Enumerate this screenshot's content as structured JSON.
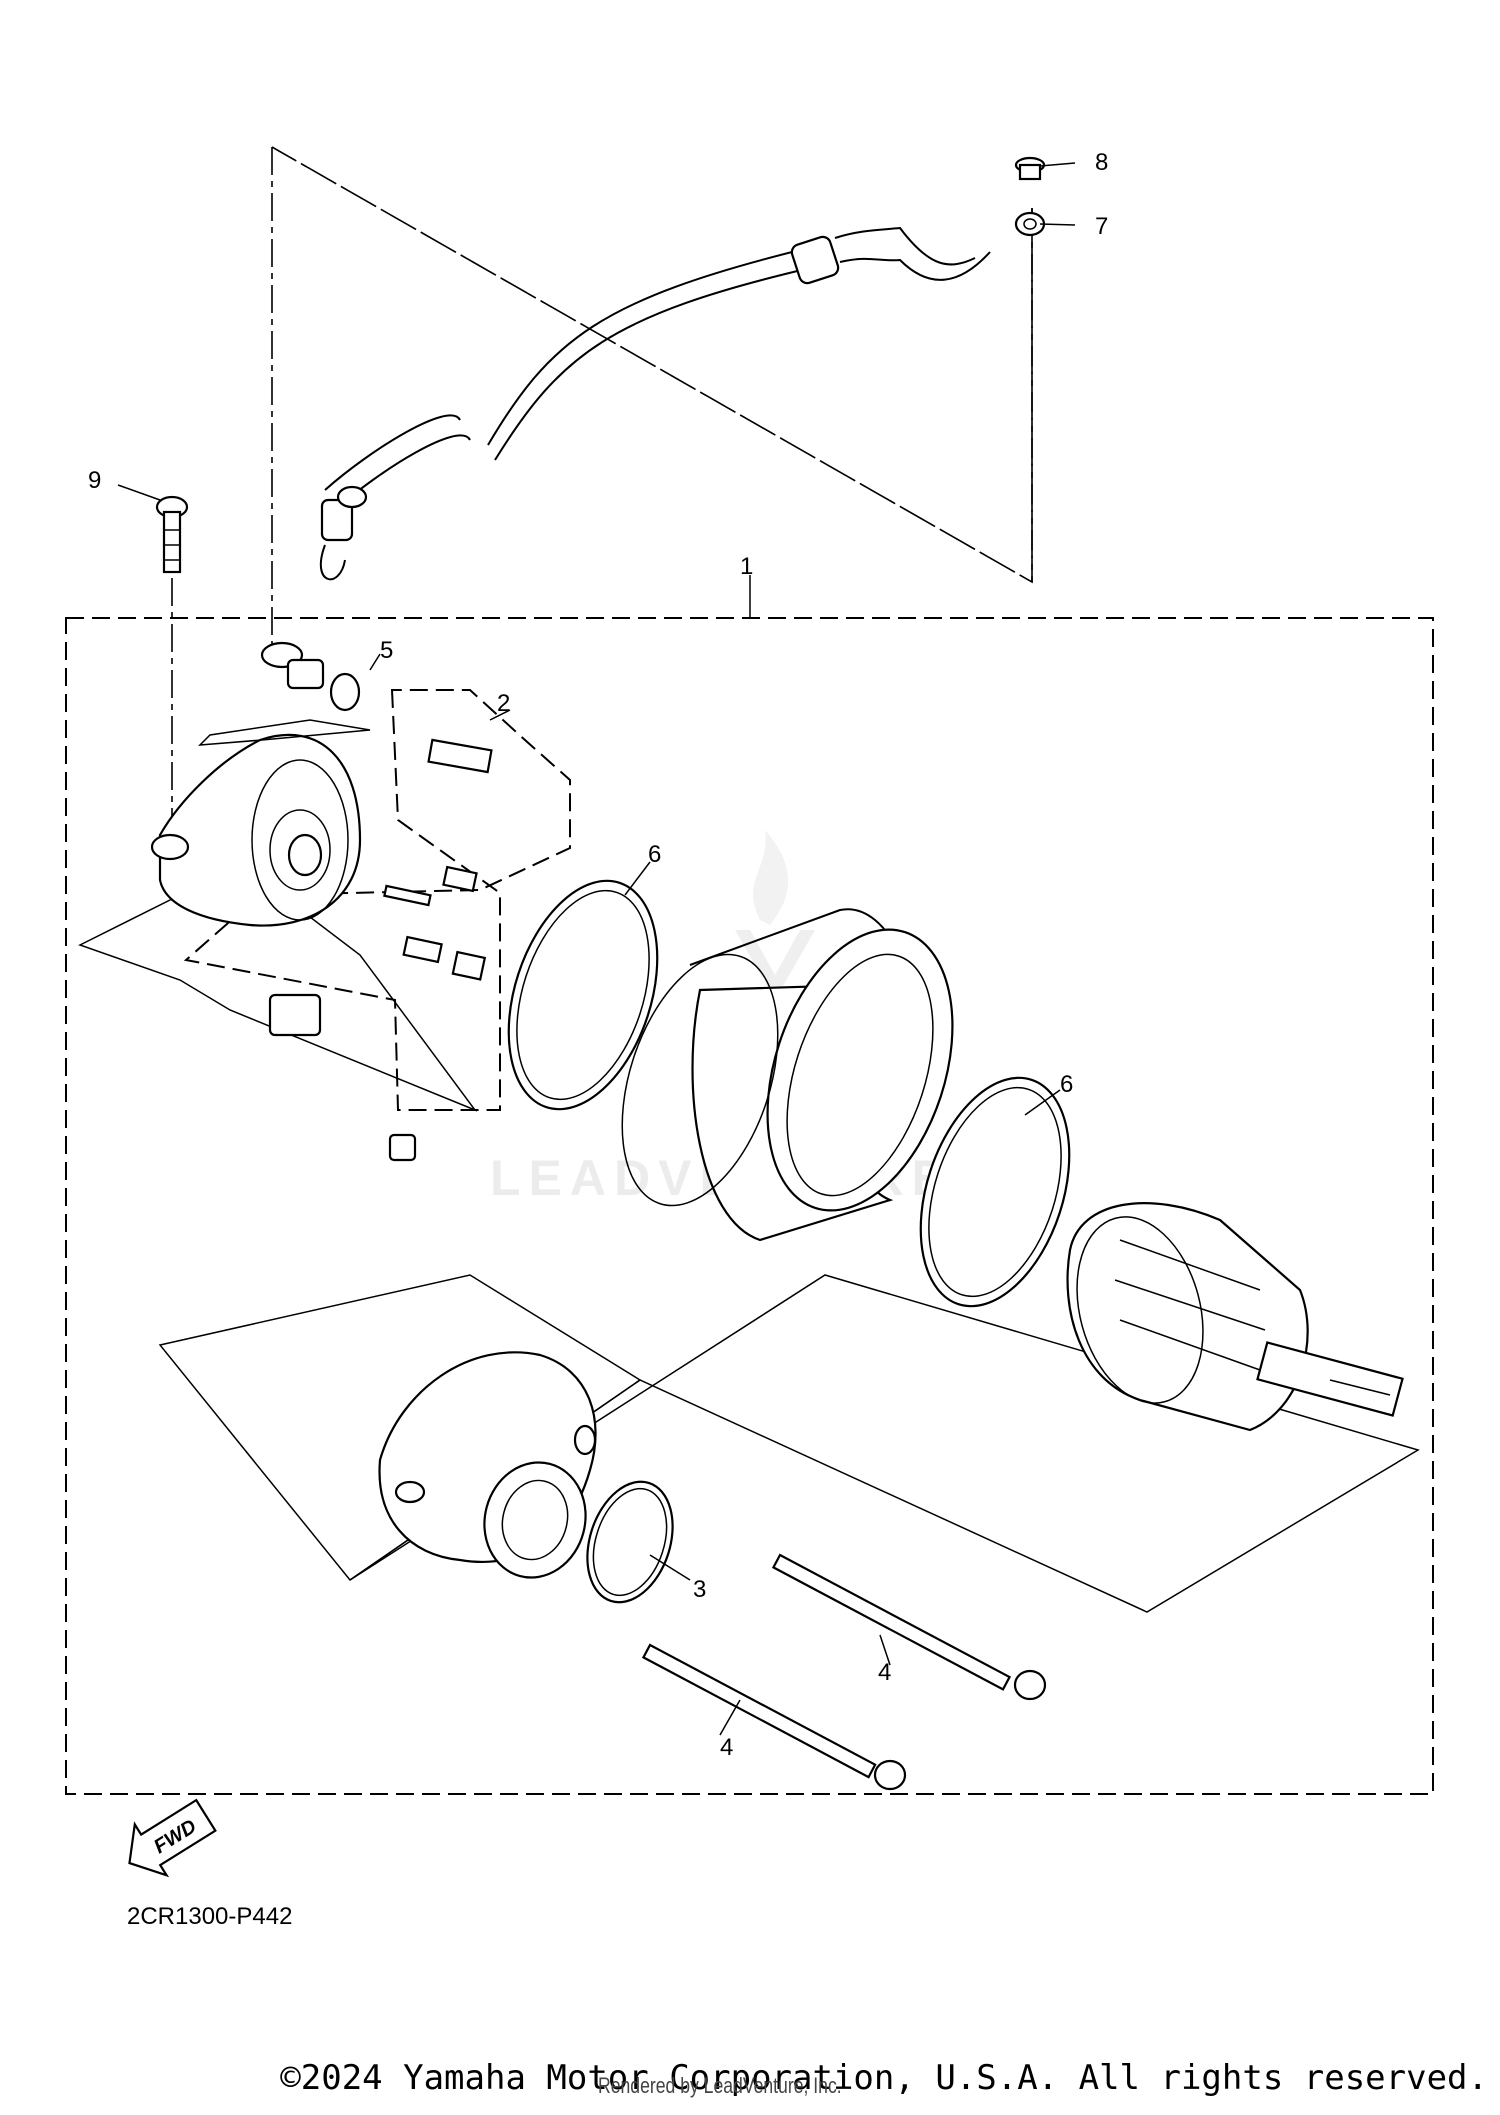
{
  "callouts": [
    {
      "id": "c1",
      "label": "1"
    },
    {
      "id": "c2",
      "label": "2"
    },
    {
      "id": "c3",
      "label": "3"
    },
    {
      "id": "c4a",
      "label": "4"
    },
    {
      "id": "c4b",
      "label": "4"
    },
    {
      "id": "c5",
      "label": "5"
    },
    {
      "id": "c6a",
      "label": "6"
    },
    {
      "id": "c6b",
      "label": "6"
    },
    {
      "id": "c7",
      "label": "7"
    },
    {
      "id": "c8",
      "label": "8"
    },
    {
      "id": "c9",
      "label": "9"
    }
  ],
  "fwd_label": "FWD",
  "watermark": "LEADVENTURE",
  "diagram_code": "2CR1300-P442",
  "copyright": "©2024 Yamaha Motor Corporation, U.S.A. All rights reserved.",
  "rendered_by": "Rendered by LeadVenture, Inc."
}
